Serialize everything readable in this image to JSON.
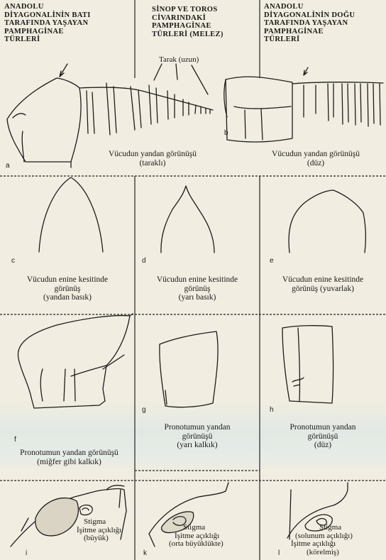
{
  "headers": {
    "west": [
      "ANADOLU",
      "DİYAGONALİNİN BATI",
      "TARAFINDA YAŞAYAN",
      "PAMPHAGİNAE",
      "TÜRLERİ"
    ],
    "middle": [
      "SİNOP VE TOROS",
      "CİVARINDAKİ",
      "PAMPHAGİNAE",
      "TÜRLERİ (MELEZ)"
    ],
    "east": [
      "ANADOLU",
      "DİYAGONALİNİN DOĞU",
      "TARAFINDA YAŞAYAN",
      "PAMPHAGİNAE",
      "TÜRLERİ"
    ]
  },
  "callouts": {
    "tarak": "Tarak (uzun)"
  },
  "captions": {
    "body_side_a": [
      "Vücudun yandan görünüşü",
      "(taraklı)"
    ],
    "body_side_b": [
      "Vücudun yandan görünüşü",
      "(düz)"
    ],
    "cross_c": [
      "Vücudun enine kesitinde",
      "görünüş",
      "(yandan basık)"
    ],
    "cross_d": [
      "Vücudun enine kesitinde",
      "görünüş",
      "(yarı basık)"
    ],
    "cross_e": [
      "Vücudun enine kesitinde",
      "görünüş (yuvarlak)"
    ],
    "pron_f": [
      "Pronotumun yandan görünüşü",
      "(miğfer gibi kalkık)"
    ],
    "pron_g": [
      "Pronotumun yandan",
      "görünüşü",
      "(yarı kalkık)"
    ],
    "pron_h": [
      "Pronotumun yandan",
      "görünüşü",
      "(düz)"
    ]
  },
  "stigma_labels": {
    "i": [
      "Stigma",
      "İşitme açıklığı",
      "(büyük)"
    ],
    "k": [
      "Stigma",
      "İşitme açıklığı",
      "(orta büyüklükte)"
    ],
    "l": [
      "Stigma",
      "(solunum açıklığı)",
      "İşitme açıklığı",
      "(körelmiş)"
    ]
  },
  "panel_letters": [
    "a",
    "b",
    "c",
    "d",
    "e",
    "f",
    "g",
    "h",
    "i",
    "k",
    "l"
  ]
}
